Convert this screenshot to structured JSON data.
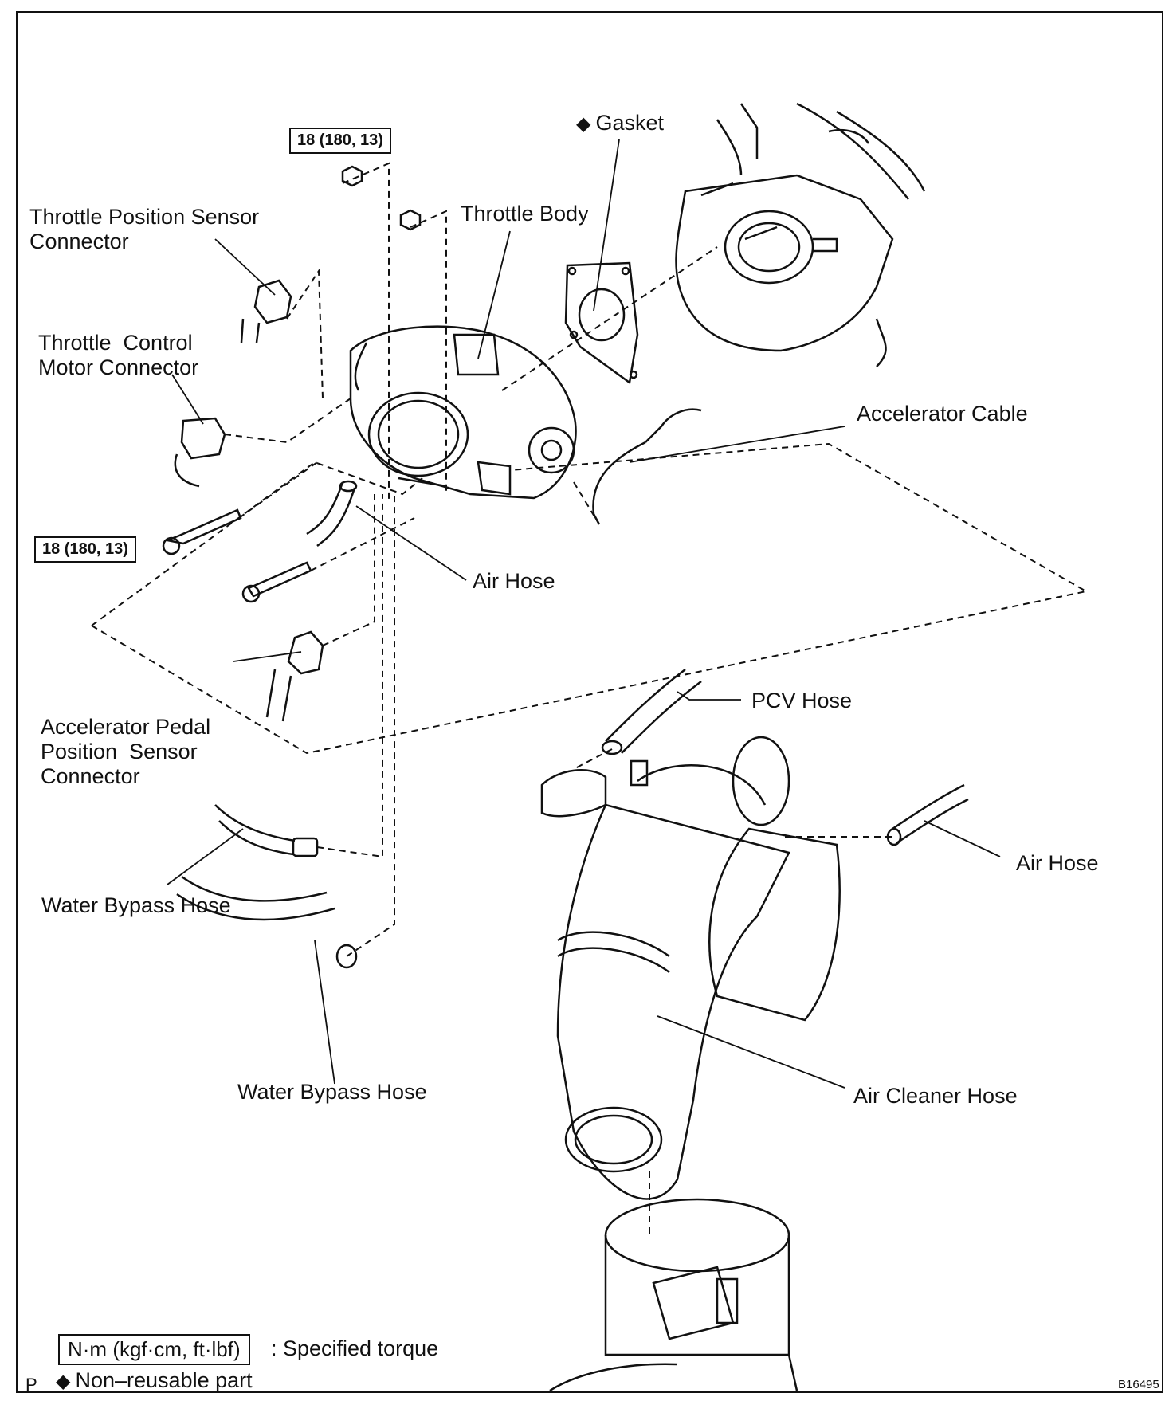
{
  "torque": {
    "top": "18 (180, 13)",
    "left": "18 (180, 13)"
  },
  "labels": {
    "gasket": "Gasket",
    "throttle_body": "Throttle Body",
    "tps_connector": "Throttle Position Sensor\nConnector",
    "tcm_connector": "Throttle  Control\nMotor Connector",
    "accelerator_cable": "Accelerator Cable",
    "air_hose_1": "Air Hose",
    "app_connector": "Accelerator Pedal\nPosition  Sensor\nConnector",
    "pcv_hose": "PCV Hose",
    "air_hose_2": "Air Hose",
    "water_bypass_hose_1": "Water Bypass Hose",
    "water_bypass_hose_2": "Water Bypass Hose",
    "air_cleaner_hose": "Air Cleaner Hose"
  },
  "legend": {
    "torque_unit": "N·m (kgf·cm, ft·lbf)",
    "torque_desc": ": Specified torque",
    "nonreusable_mark": "◆",
    "nonreusable_desc": "Non–reusable part",
    "corner_mark": "P"
  },
  "figure_id": "B16495"
}
